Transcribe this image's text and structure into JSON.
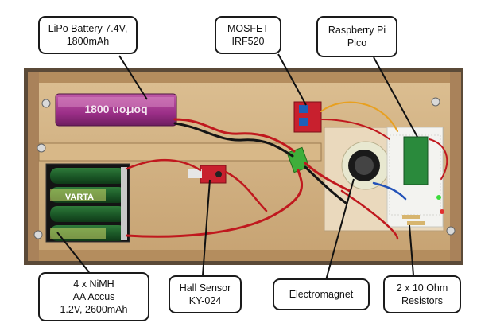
{
  "colors": {
    "board": "#c9a77a",
    "board_dark": "#8a6a44",
    "battery_lipo": "#9c2f88",
    "varta_green": "#1e5a2a",
    "pcb_red": "#c8202e",
    "callout_border": "#1a1a1a"
  },
  "callouts": {
    "lipo": "LiPo Battery 7.4V,\n1800mAh",
    "mosfet": "MOSFET\nIRF520",
    "pico": "Raspberry Pi\nPico",
    "nimh": "4 x NiMH\nAA  Accus\n1.2V, 2600mAh",
    "hall": "Hall Sensor\nKY-024",
    "electromagnet": "Electromagnet",
    "resistors": "2 x 10 Ohm\nResistors"
  },
  "photo_labels": {
    "battery_brand": "VARTA",
    "lipo_brand": "1800 uoɟɹoq"
  }
}
